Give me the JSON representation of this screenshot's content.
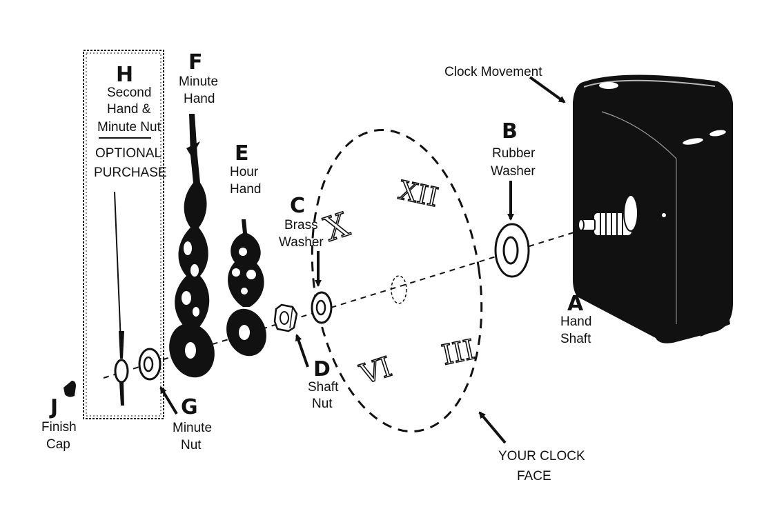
{
  "labels": {
    "clock_movement": "Clock Movement",
    "a_letter": "A",
    "a_text": [
      "Hand",
      "Shaft"
    ],
    "b_letter": "B",
    "b_text": [
      "Rubber",
      "Washer"
    ],
    "c_letter": "C",
    "c_text": [
      "Brass",
      "Washer"
    ],
    "d_letter": "D",
    "d_text": [
      "Shaft",
      "Nut"
    ],
    "e_letter": "E",
    "e_text": [
      "Hour",
      "Hand"
    ],
    "f_letter": "F",
    "f_text": [
      "Minute",
      "Hand"
    ],
    "g_letter": "G",
    "g_text": [
      "Minute",
      "Nut"
    ],
    "h_letter": "H",
    "h_text": [
      "Second",
      "Hand &",
      "Minute Nut"
    ],
    "h_optional": [
      "OPTIONAL",
      "PURCHASE"
    ],
    "j_letter": "J",
    "j_text": [
      "Finish",
      "Cap"
    ],
    "face_text": [
      "YOUR CLOCK",
      "FACE"
    ]
  },
  "numerals": {
    "top": "XII",
    "left": "X",
    "right": "III",
    "bottom": "VI"
  },
  "colors": {
    "ink": "#111111",
    "background": "#ffffff"
  }
}
